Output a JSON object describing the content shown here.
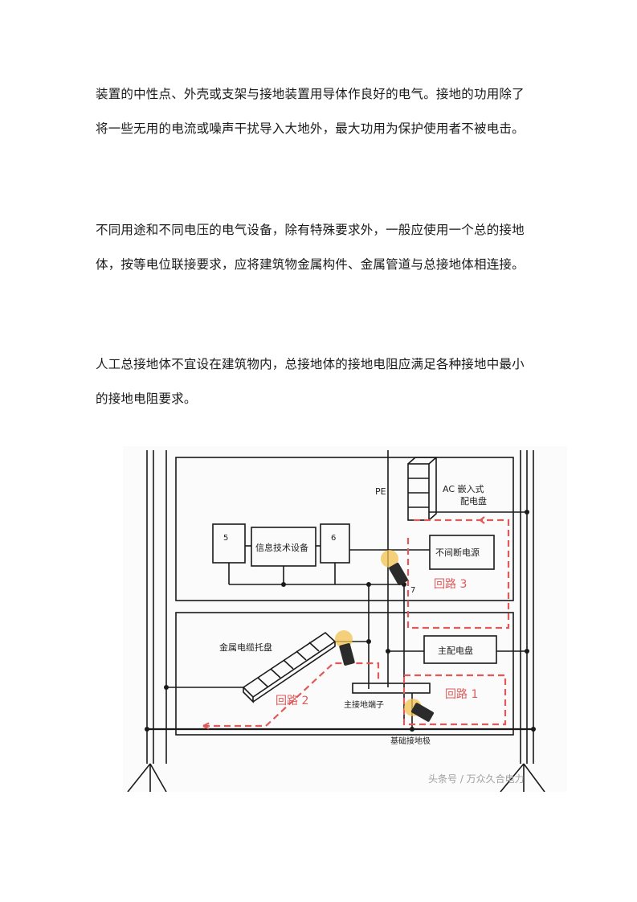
{
  "paragraphs": [
    {
      "lines": [
        "装置的中性点、外壳或支架与接地装置用导体作良好的电气。接地的功用除了",
        "将一些无用的电流或噪声干扰导入大地外，最大功用为保护使用者不被电击。"
      ]
    },
    {
      "lines": [
        "不同用途和不同电压的电气设备，除有特殊要求外，一般应使用一个总的接地",
        "体，按等电位联接要求，应将建筑物金属构件、金属管道与总接地体相连接。"
      ]
    },
    {
      "lines": [
        "人工总接地体不宜设在建筑物内，总接地体的接地电阻应满足各种接地中最小",
        "的接地电阻要求。"
      ]
    }
  ],
  "diagram": {
    "pe": "PE",
    "ac_panel_line1": "AC 嵌入式",
    "ac_panel_line2": "配电盘",
    "box5": "5",
    "box6": "6",
    "it_equipment": "信息技术设备",
    "ups": "不间断电源",
    "num7": "7",
    "loop3": "回路 3",
    "cable_tray": "金属电缆托盘",
    "main_panel": "主配电盘",
    "main_terminal": "主接地端子",
    "loop2": "回路 2",
    "loop1": "回路 1",
    "foundation_electrode": "基础接地极",
    "watermark": "头条号 / 万众久合电力",
    "colors": {
      "line": "#1a1a1a",
      "loop_dashed": "#e05a5a",
      "clamp": "#f2c24f"
    }
  }
}
